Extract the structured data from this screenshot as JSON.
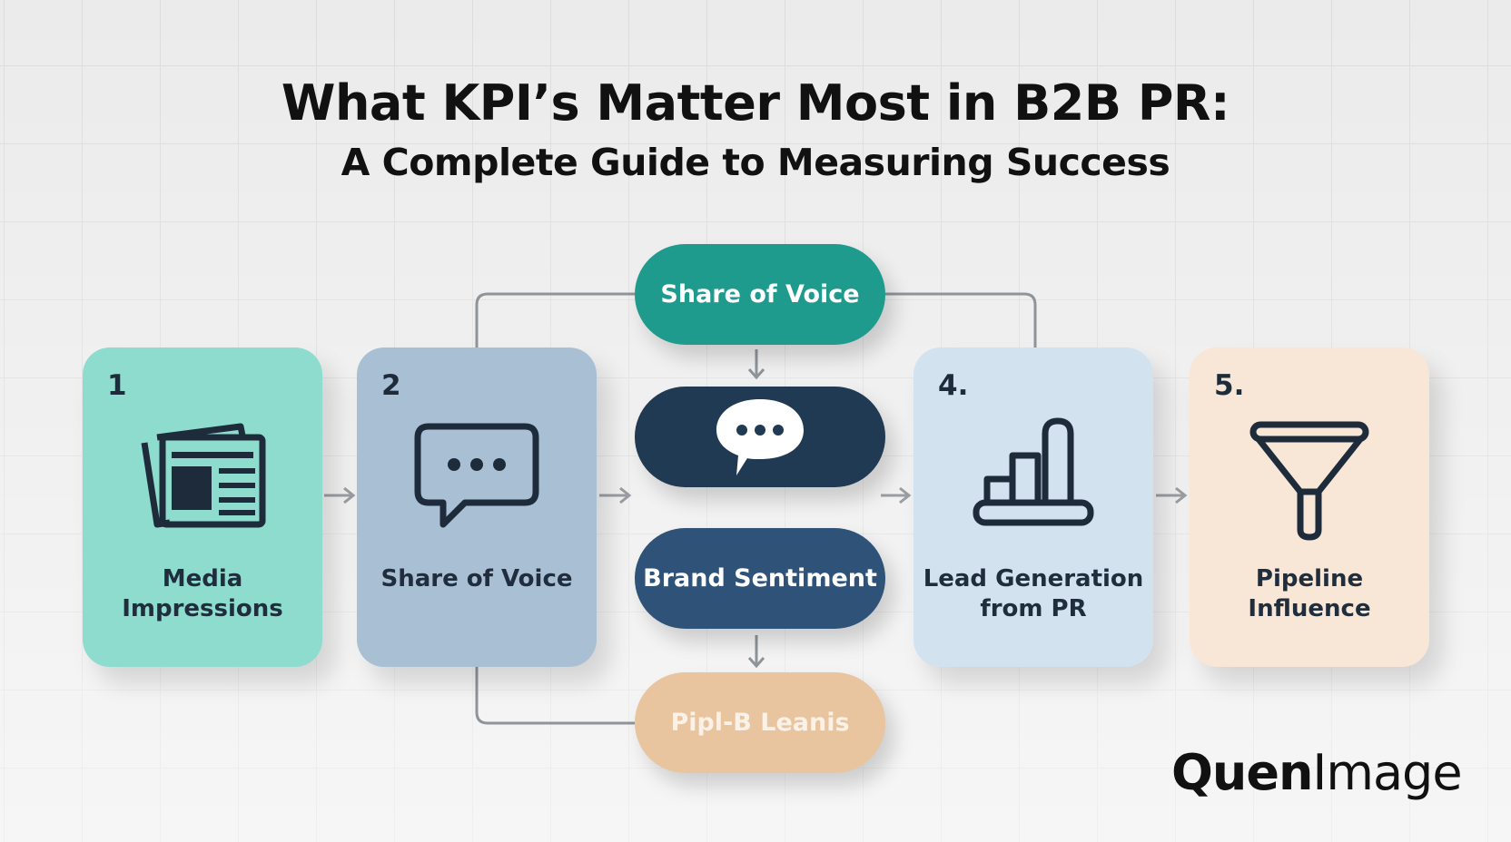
{
  "title": {
    "main": "What KPI’s Matter Most in B2B PR:",
    "subtitle": "A Complete Guide to Measuring Success"
  },
  "cards": [
    {
      "number": "1",
      "label": "Media\nImpressions",
      "icon": "newspaper-icon",
      "color": "#8ddcce"
    },
    {
      "number": "2",
      "label": "Share of Voice",
      "icon": "speech-bubble-icon",
      "color": "#a9bfd4"
    },
    {
      "number": "4.",
      "label": "Lead Generation\nfrom PR",
      "icon": "bar-chart-icon",
      "color": "#d3e2ef"
    },
    {
      "number": "5.",
      "label": "Pipeline\nInfluence",
      "icon": "funnel-icon",
      "color": "#f8e6d6"
    }
  ],
  "center_column": {
    "top_pill": "Share of Voice",
    "chat_pill_icon": "chat-bubble-icon",
    "brand_pill": "Brand Sentiment",
    "bottom_pill": "Pipl-B Leanis"
  },
  "colors": {
    "teal": "#1f9b8d",
    "navy": "#1f3a52",
    "blue": "#2f5378",
    "peach": "#e8c59f",
    "ink": "#1e2b3a"
  },
  "watermark": {
    "bold": "Quen",
    "regular": "Image"
  }
}
